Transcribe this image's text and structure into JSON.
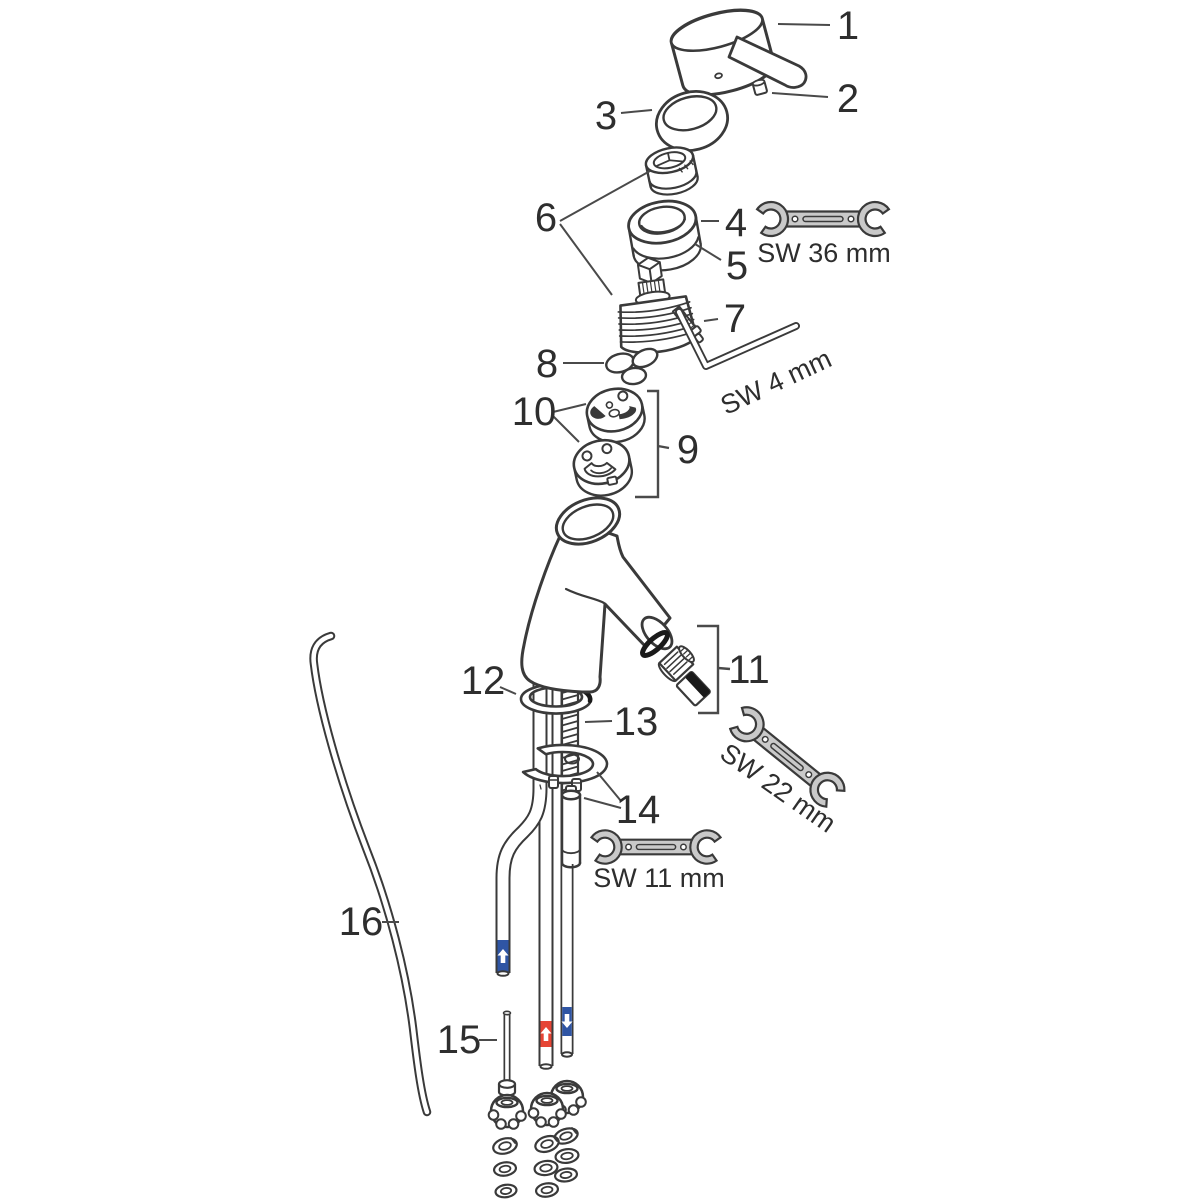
{
  "callouts": {
    "c1": "1",
    "c2": "2",
    "c3": "3",
    "c4": "4",
    "c5": "5",
    "c6": "6",
    "c7": "7",
    "c8": "8",
    "c9": "9",
    "c10": "10",
    "c11": "11",
    "c12": "12",
    "c13": "13",
    "c14": "14",
    "c15": "15",
    "c16": "16"
  },
  "tools": {
    "sw36": "SW 36 mm",
    "sw4": "SW 4 mm",
    "sw22": "SW 22 mm",
    "sw11": "SW 11 mm"
  },
  "icons": {
    "supply_up": "up-arrow",
    "supply_down": "down-arrow"
  },
  "colors": {
    "line": "#3a3a3a",
    "seal": "#1a1a1a",
    "tool_fill": "#c9c9c9",
    "hot_marker": "#e64535",
    "cold_marker": "#2f55a4",
    "arrow": "#ffffff"
  }
}
